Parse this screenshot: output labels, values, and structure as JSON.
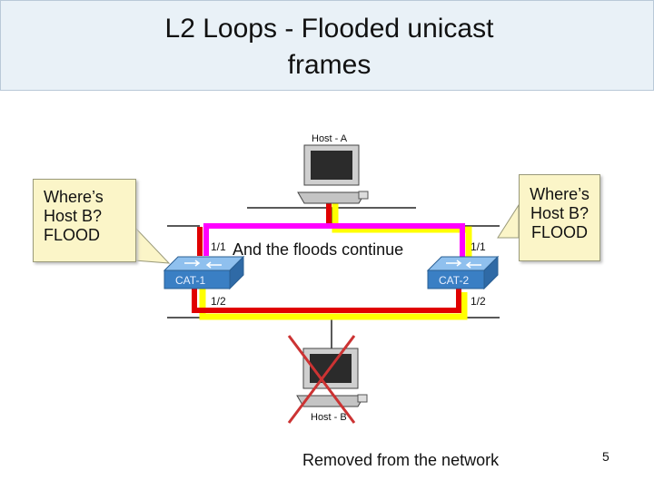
{
  "slide": {
    "title_line1": "L2 Loops - Flooded unicast",
    "title_line2": "frames",
    "callout_left": {
      "line1": "Where’s",
      "line2": "Host B?",
      "line3": "FLOOD"
    },
    "callout_right": {
      "line1": "Where’s",
      "line2": "Host B?",
      "line3": "FLOOD"
    },
    "center_note": "And the floods continue",
    "removed_note": "Removed from the network",
    "page_number": "5"
  },
  "diagram": {
    "host_a_label": "Host - A",
    "host_b_label": "Host - B",
    "switch1_label": "CAT-1",
    "switch2_label": "CAT-2",
    "port_sw1_top": "1/1",
    "port_sw1_bottom": "1/2",
    "port_sw2_top": "1/1",
    "port_sw2_bottom": "1/2"
  },
  "colors": {
    "loop_magenta": "#ff00ff",
    "loop_red": "#e00000",
    "loop_yellow": "#ffff00",
    "removed_cross": "#cc3333",
    "switch_blue": "#3a7fc4"
  }
}
